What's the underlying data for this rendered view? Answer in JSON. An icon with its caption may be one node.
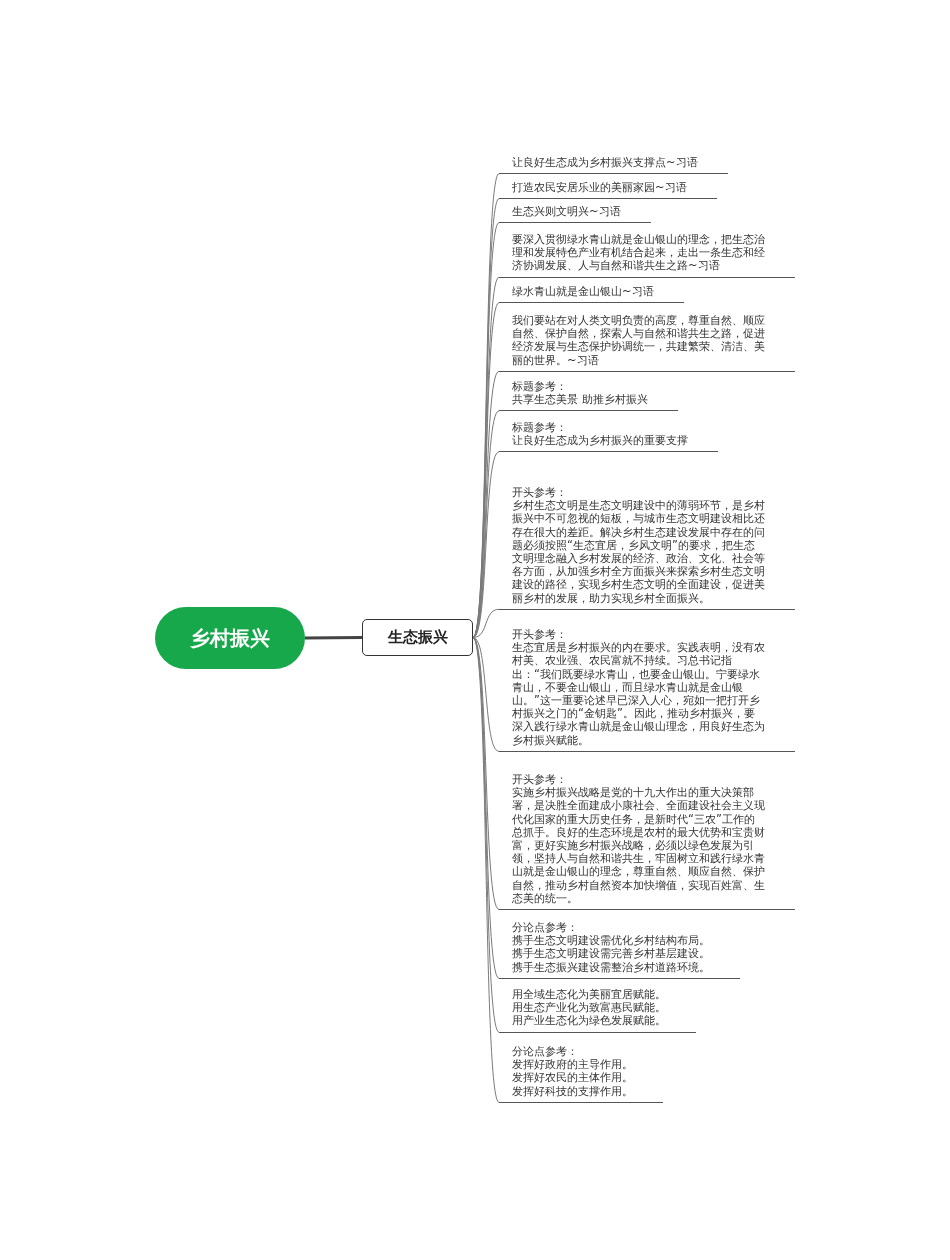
{
  "diagram": {
    "nodes": [
      {
        "text": [
          "乡村振兴"
        ]
      },
      {
        "text": [
          "生态振兴"
        ]
      },
      {
        "text": [
          "让良好生态成为乡村振兴支撑点~习语"
        ]
      },
      {
        "text": [
          "打造农民安居乐业的美丽家园~习语"
        ]
      },
      {
        "text": [
          "生态兴则文明兴~习语"
        ]
      },
      {
        "text": [
          "要深入贯彻绿水青山就是金山银山的理念，把生态治理和发展特色产业有机结合起来，走出一条生态和经济协调发展、人与自然和谐共生之路~习语"
        ]
      },
      {
        "text": [
          "绿水青山就是金山银山~习语"
        ]
      },
      {
        "text": [
          "我们要站在对人类文明负责的高度，尊重自然、顺应自然、保护自然，探索人与自然和谐共生之路，促进经济发展与生态保护协调统一，共建繁荣、清洁、美丽的世界。~习语"
        ]
      },
      {
        "text": [
          "标题参考：",
          "共享生态美景 助推乡村振兴"
        ]
      },
      {
        "text": [
          "标题参考：",
          "让良好生态成为乡村振兴的重要支撑"
        ]
      },
      {
        "text": [
          "开头参考：",
          "乡村生态文明是生态文明建设中的薄弱环节，是乡村振兴中不可忽视的短板，与城市生态文明建设相比还存在很大的差距。解决乡村生态建设发展中存在的问题必须按照“生态宜居，乡风文明”的要求，把生态文明理念融入乡村发展的经济、政治、文化、社会等各方面，从加强乡村全方面振兴来探索乡村生态文明建设的路径，实现乡村生态文明的全面建设，促进美丽乡村的发展，助力实现乡村全面振兴。"
        ]
      },
      {
        "text": [
          "开头参考：",
          "生态宜居是乡村振兴的内在要求。实践表明，没有农村美、农业强、农民富就不持续。习总书记指出：“我们既要绿水青山，也要金山银山。宁要绿水青山，不要金山银山，而且绿水青山就是金山银山。”这一重要论述早已深入人心，宛如一把打开乡村振兴之门的“金钥匙”。因此，推动乡村振兴，要深入践行绿水青山就是金山银山理念，用良好生态为乡村振兴赋能。"
        ]
      },
      {
        "text": [
          "开头参考：",
          "实施乡村振兴战略是党的十九大作出的重大决策部署，是决胜全面建成小康社会、全面建设社会主义现代化国家的重大历史任务，是新时代“三农”工作的总抓手。良好的生态环境是农村的最大优势和宝贵财富，更好实施乡村振兴战略，必须以绿色发展为引领，坚持人与自然和谐共生，牢固树立和践行绿水青山就是金山银山的理念，尊重自然、顺应自然、保护自然，推动乡村自然资本加快增值，实现百姓富、生态美的统一。"
        ]
      },
      {
        "text": [
          "分论点参考：",
          "携手生态文明建设需优化乡村结构布局。",
          "携手生态文明建设需完善乡村基层建设。",
          "携手生态振兴建设需整治乡村道路环境。"
        ]
      },
      {
        "text": [
          "用全域生态化为美丽宜居赋能。",
          "用生态产业化为致富惠民赋能。",
          "用产业生态化为绿色发展赋能。"
        ]
      },
      {
        "text": [
          "分论点参考：",
          "发挥好政府的主导作用。",
          "发挥好农民的主体作用。",
          "发挥好科技的支撑作用。"
        ]
      }
    ],
    "edges": [
      {
        "from": 0,
        "to": 1,
        "arrow": "none",
        "style": "thick",
        "color": "#444444"
      },
      {
        "from": 1,
        "to": 2,
        "arrow": "none"
      },
      {
        "from": 1,
        "to": 3,
        "arrow": "none"
      },
      {
        "from": 1,
        "to": 4,
        "arrow": "none"
      },
      {
        "from": 1,
        "to": 5,
        "arrow": "none"
      },
      {
        "from": 1,
        "to": 6,
        "arrow": "none"
      },
      {
        "from": 1,
        "to": 7,
        "arrow": "none"
      },
      {
        "from": 1,
        "to": 8,
        "arrow": "none"
      },
      {
        "from": 1,
        "to": 9,
        "arrow": "none"
      },
      {
        "from": 1,
        "to": 10,
        "arrow": "none"
      },
      {
        "from": 1,
        "to": 11,
        "arrow": "none"
      },
      {
        "from": 1,
        "to": 12,
        "arrow": "none"
      },
      {
        "from": 1,
        "to": 13,
        "arrow": "none"
      },
      {
        "from": 1,
        "to": 14,
        "arrow": "none"
      },
      {
        "from": 1,
        "to": 15,
        "arrow": "none"
      }
    ]
  }
}
